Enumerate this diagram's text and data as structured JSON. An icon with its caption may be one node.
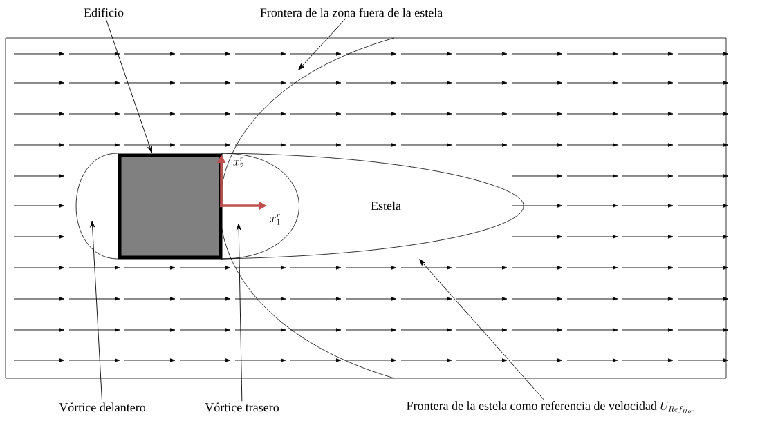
{
  "diagram": {
    "nodes": [
      {
        "text": [
          "Edificio"
        ]
      },
      {
        "text": [
          "Frontera de la zona fuera de la estela"
        ]
      },
      {
        "text": [],
        "shape": "box"
      },
      {
        "text": [],
        "shape": "curve"
      },
      {
        "text": [],
        "shape": "oval"
      },
      {
        "text": [],
        "shape": "oval"
      },
      {
        "text": [
          "Estela"
        ]
      },
      {
        "text": [
          "Vórtice delantero"
        ]
      },
      {
        "text": [
          "Vórtice trasero"
        ]
      },
      {
        "text": [
          "Frontera de la estela como referencia de velocidad",
          "U_{Ref_{Hor}}"
        ]
      }
    ],
    "edges": [
      {
        "from": 0,
        "to": 2,
        "arrow": "to"
      },
      {
        "from": 1,
        "to": 3,
        "arrow": "to"
      },
      {
        "from": 7,
        "to": 4,
        "arrow": "to"
      },
      {
        "from": 8,
        "to": 5,
        "arrow": "to"
      },
      {
        "from": 9,
        "to": 6,
        "arrow": "to"
      }
    ],
    "labels": [
      "x_2^r",
      "x_1^r"
    ]
  }
}
